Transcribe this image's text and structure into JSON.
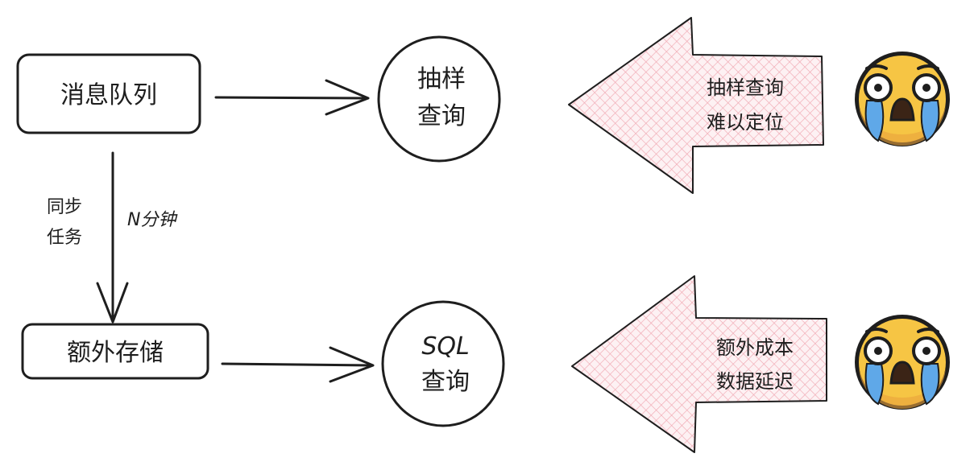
{
  "nodes": {
    "message_queue": "消息队列",
    "extra_storage": "额外存储",
    "sampling_query": [
      "抽样",
      "查询"
    ],
    "sql_query": [
      "SQL",
      "查询"
    ]
  },
  "edge_labels": {
    "sync_task": [
      "同步",
      "任务"
    ],
    "n_minutes": "N分钟"
  },
  "callouts": {
    "top": [
      "抽样查询",
      "难以定位"
    ],
    "bottom": [
      "额外成本",
      "数据延迟"
    ]
  },
  "emoji": {
    "top": "crying-face-icon",
    "bottom": "crying-face-icon"
  },
  "colors": {
    "stroke": "#1e1e1e",
    "arrow_hatch": "#f0a8b2",
    "arrow_fill": "#fdf1f3",
    "face": "#f6c544",
    "face_shade": "#e9a13c",
    "tears": "#5fa8e8"
  }
}
